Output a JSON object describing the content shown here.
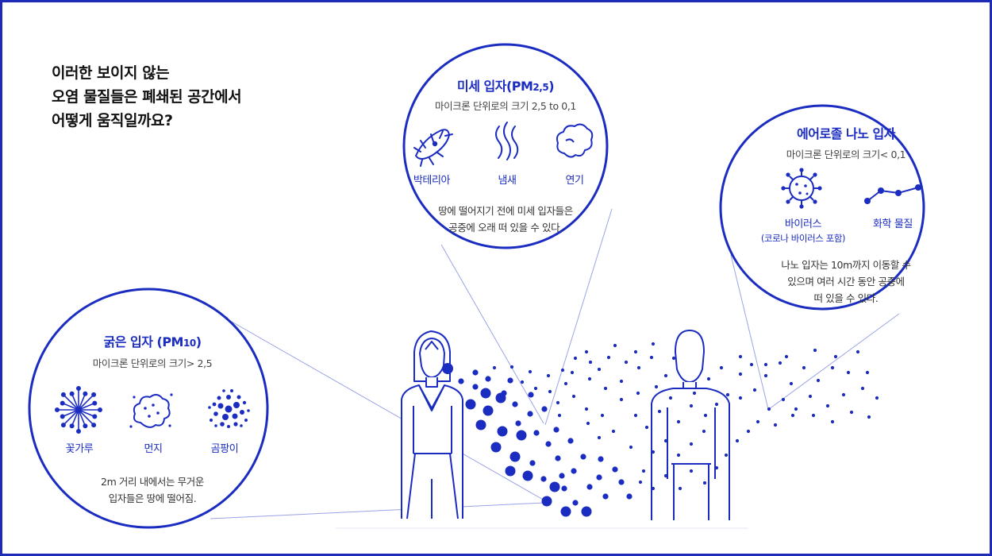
{
  "headline": {
    "line1": "이러한 보이지 않는",
    "line2": "오염 물질들은 폐쇄된 공간에서",
    "line3": "어떻게 움직일까요?"
  },
  "fine": {
    "title": "미세 입자(PM",
    "title_sub": "2,5",
    "title_end": ")",
    "size": "마이크론 단위로의 크기 2,5 to 0,1",
    "items": [
      {
        "label": "박테리아",
        "icon": "bacteria-icon"
      },
      {
        "label": "냄새",
        "icon": "odor-icon"
      },
      {
        "label": "연기",
        "icon": "smoke-icon"
      }
    ],
    "desc1": "땅에 떨어지기 전에 미세 입자들은",
    "desc2": "공중에 오래 떠 있을 수 있다."
  },
  "nano": {
    "title": "에어로졸 나노 입자",
    "size": "마이크론 단위로의 크기< 0,1",
    "items": [
      {
        "label": "바이러스",
        "note": "(코로나 바이러스 포함)",
        "icon": "virus-icon"
      },
      {
        "label": "화학 물질",
        "icon": "chemical-icon"
      }
    ],
    "desc1": "나노 입자는 10m까지 이동할 수",
    "desc2": "있으며 여러 시간 동안 공중에",
    "desc3": "떠 있을 수 있다."
  },
  "coarse": {
    "title": "굵은 입자 (PM",
    "title_sub": "10",
    "title_end": ")",
    "size": "마이크론 단위로의 크기> 2,5",
    "items": [
      {
        "label": "꽃가루",
        "icon": "pollen-icon"
      },
      {
        "label": "먼지",
        "icon": "dust-icon"
      },
      {
        "label": "곰팡이",
        "icon": "mold-icon"
      }
    ],
    "desc1": "2m 거리 내에서는 무거운",
    "desc2": "입자들은 땅에 떨어짐."
  },
  "colors": {
    "accent": "#1b2cc1",
    "border": "#1e2bb8",
    "pointer": "#9aa4e6"
  }
}
